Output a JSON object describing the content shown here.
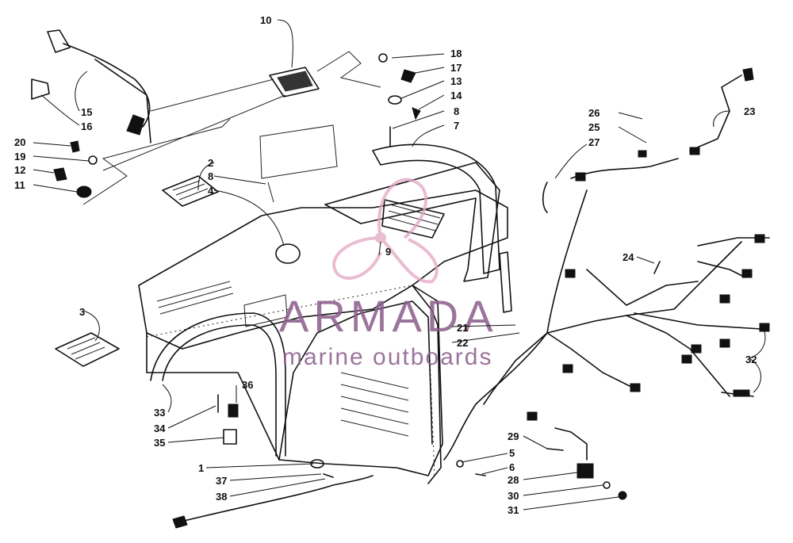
{
  "watermark": {
    "brand": "ARMADA",
    "tagline": "marine outboards",
    "color": "#e3a6c4",
    "text_color": "#8a5c8a"
  },
  "callouts": [
    {
      "label": "10"
    },
    {
      "label": "18"
    },
    {
      "label": "17"
    },
    {
      "label": "13"
    },
    {
      "label": "14"
    },
    {
      "label": "8"
    },
    {
      "label": "7"
    },
    {
      "label": "15"
    },
    {
      "label": "16"
    },
    {
      "label": "20"
    },
    {
      "label": "19"
    },
    {
      "label": "12"
    },
    {
      "label": "11"
    },
    {
      "label": "2"
    },
    {
      "label": "8"
    },
    {
      "label": "4"
    },
    {
      "label": "9"
    },
    {
      "label": "26"
    },
    {
      "label": "25"
    },
    {
      "label": "23"
    },
    {
      "label": "27"
    },
    {
      "label": "24"
    },
    {
      "label": "3"
    },
    {
      "label": "21"
    },
    {
      "label": "22"
    },
    {
      "label": "32"
    },
    {
      "label": "36"
    },
    {
      "label": "33"
    },
    {
      "label": "34"
    },
    {
      "label": "35"
    },
    {
      "label": "1"
    },
    {
      "label": "37"
    },
    {
      "label": "38"
    },
    {
      "label": "5"
    },
    {
      "label": "6"
    },
    {
      "label": "29"
    },
    {
      "label": "28"
    },
    {
      "label": "30"
    },
    {
      "label": "31"
    }
  ]
}
